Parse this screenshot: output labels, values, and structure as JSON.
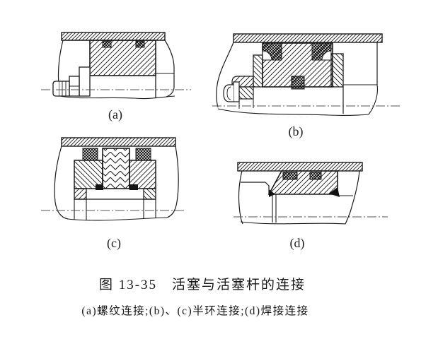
{
  "figure": {
    "caption": "图 13-35　活塞与活塞杆的连接",
    "subcaption": "(a)螺纹连接;(b)、(c)半环连接;(d)焊接连接",
    "panels": [
      {
        "label": "(a)"
      },
      {
        "label": "(b)"
      },
      {
        "label": "(c)"
      },
      {
        "label": "(d)"
      }
    ],
    "colors": {
      "ink": "#1b1b1b",
      "paper": "#ffffff"
    }
  }
}
